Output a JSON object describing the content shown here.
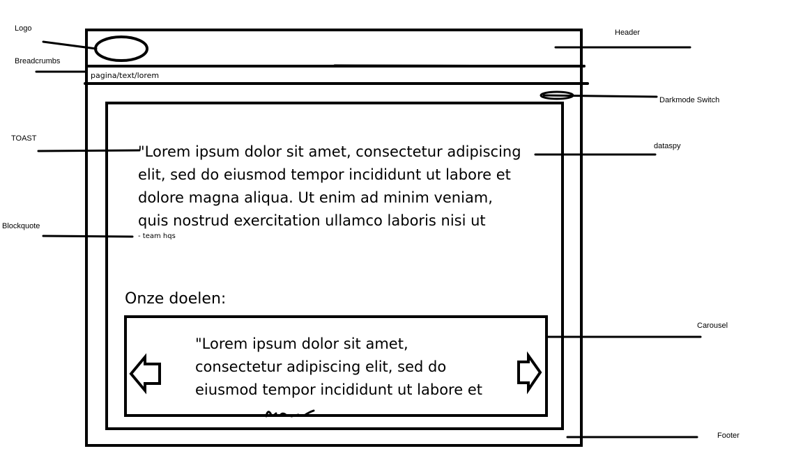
{
  "annotations": {
    "logo": "Logo",
    "breadcrumbs": "Breadcrumbs",
    "toast": "TOAST",
    "blockquote": "Blockquote",
    "header": "Header",
    "darkmode_switch": "Darkmode Switch",
    "dataspy": "dataspy",
    "carousel": "Carousel",
    "footer": "Footer"
  },
  "page": {
    "breadcrumb": "pagina/text/lorem",
    "quote_lines": [
      "\"Lorem ipsum dolor sit amet, consectetur adipiscing",
      "elit, sed do eiusmod tempor incididunt ut labore et",
      "dolore magna aliqua. Ut enim ad minim veniam,",
      "quis nostrud exercitation ullamco laboris nisi ut"
    ],
    "quote_attribution": "- team hqs",
    "goals_heading": "Onze doelen:",
    "carousel_lines": [
      "\"Lorem ipsum dolor sit amet,",
      "consectetur adipiscing elit, sed do",
      "eiusmod tempor incididunt ut labore et"
    ]
  },
  "icons": {
    "carousel_prev": "left-arrow-icon",
    "carousel_next": "right-arrow-icon"
  }
}
